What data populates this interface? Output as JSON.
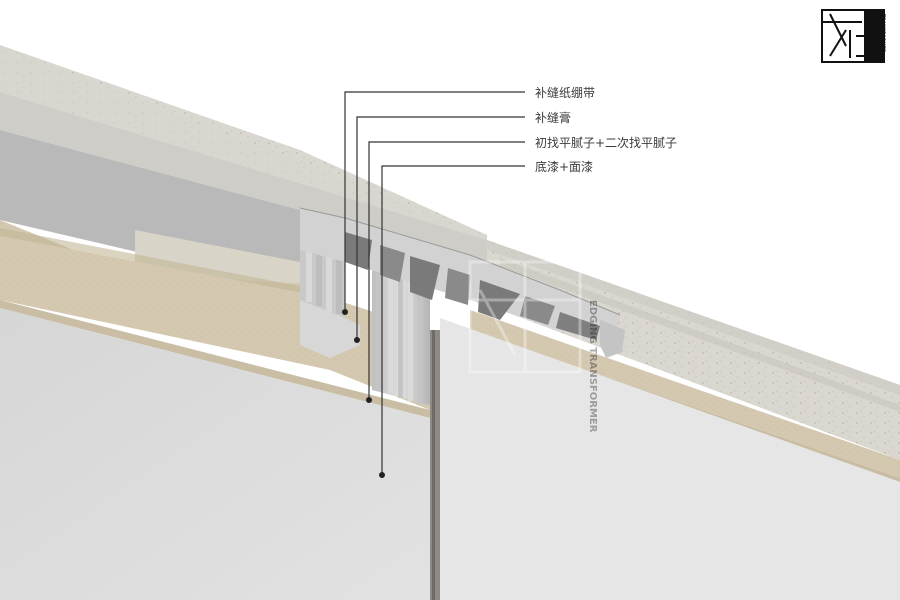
{
  "annotations": [
    {
      "label": "补缝纸绷带"
    },
    {
      "label": "补缝膏"
    },
    {
      "label": "初找平腻子+二次找平腻子"
    },
    {
      "label": "底漆+面漆"
    }
  ],
  "logo": {
    "line1": "EDGING",
    "line2": "TRANSFORMER",
    "mark": "cn-character-logo"
  },
  "watermark": {
    "text": "EDGING TRANSFORMER"
  },
  "colors": {
    "board_top": "#dad7d1",
    "board_core": "#d3c7b0",
    "profile": "#c9c9c9",
    "wall_face": "#dcdcdc",
    "leader_line": "#333333"
  }
}
